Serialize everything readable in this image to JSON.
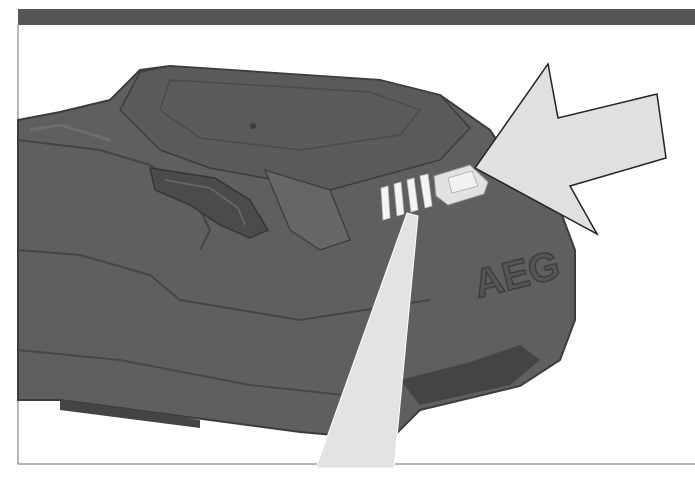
{
  "header": {
    "bar_color": "#555555"
  },
  "figure": {
    "subject": "battery-pack",
    "brand_mark": "AEG",
    "colors": {
      "body": "#5e5e5e",
      "body_dark": "#4a4a4a",
      "body_light": "#6c6c6c",
      "edge": "#3c3c3c",
      "callout": "#e3e3e3",
      "frame": "#888888"
    },
    "indicators": {
      "lit_segments": 4
    }
  }
}
